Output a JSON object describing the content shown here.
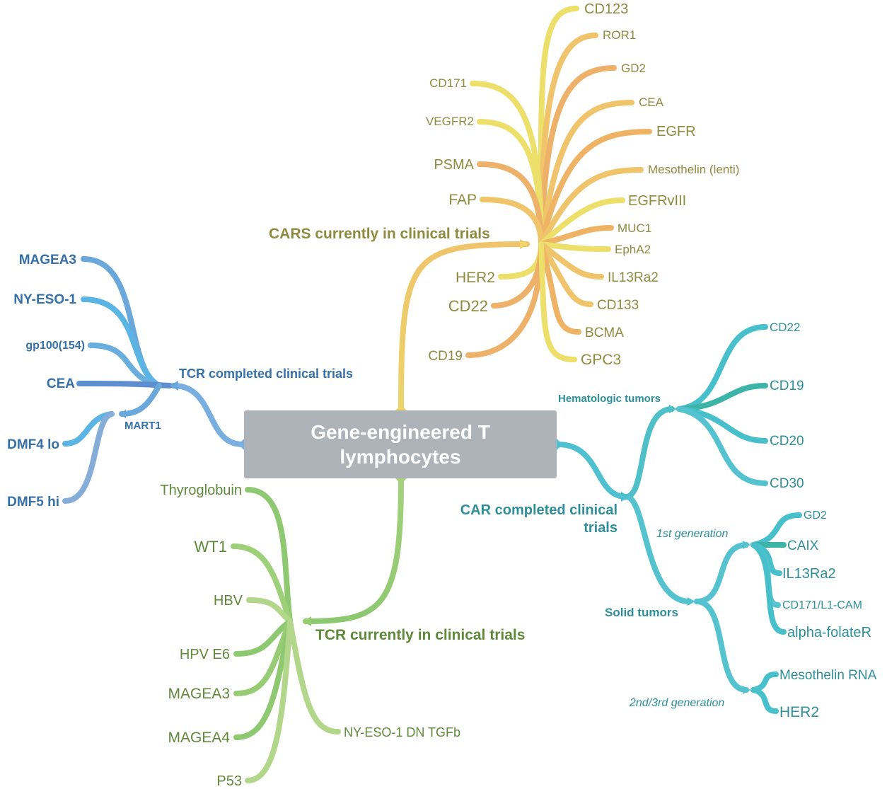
{
  "center": {
    "title": "Gene-engineered T lymphocytes"
  },
  "cars_trials": {
    "label": "CARS currently in clinical trials",
    "colors": {
      "label": "#8e8a3e",
      "item": "#8e8a3e",
      "line_yellow": "#ecdf6a",
      "line_orange": "#efb366"
    },
    "items": [
      "CD123",
      "ROR1",
      "GD2",
      "CD171",
      "CEA",
      "VEGFR2",
      "EGFR",
      "PSMA",
      "Mesothelin (lenti)",
      "FAP",
      "EGFRvIII",
      "MUC1",
      "EphA2",
      "HER2",
      "IL13Ra2",
      "CD22",
      "CD133",
      "BCMA",
      "CD19",
      "GPC3"
    ]
  },
  "tcr_completed": {
    "label": "TCR completed clinical trials",
    "colors": {
      "text": "#3570a8",
      "line": "#6ab0e0"
    },
    "items": [
      "MAGEA3",
      "NY-ESO-1",
      "gp100(154)",
      "CEA"
    ],
    "mart1": {
      "label": "MART1",
      "items": [
        "DMF4 lo",
        "DMF5 hi"
      ]
    }
  },
  "tcr_trials": {
    "label": "TCR currently in clinical trials",
    "colors": {
      "text": "#5e8a3a",
      "line": "#98cc74"
    },
    "items": [
      "Thyroglobuin",
      "WT1",
      "HBV",
      "HPV E6",
      "MAGEA3",
      "MAGEA4",
      "P53",
      "NY-ESO-1 DN TGFb"
    ]
  },
  "car_completed": {
    "label_line1": "CAR completed clinical",
    "label_line2": "trials",
    "colors": {
      "text": "#2e8f98",
      "line": "#55c2d0"
    },
    "hematologic": {
      "label": "Hematologic tumors",
      "items": [
        "CD22",
        "CD19",
        "CD20",
        "CD30"
      ]
    },
    "solid": {
      "label": "Solid tumors",
      "first_gen": {
        "label": "1st generation",
        "items": [
          "GD2",
          "CAIX",
          "IL13Ra2",
          "CD171/L1-CAM",
          "alpha-folateR"
        ]
      },
      "second_gen": {
        "label": "2nd/3rd generation",
        "items": [
          "Mesothelin RNA",
          "HER2"
        ]
      }
    }
  }
}
